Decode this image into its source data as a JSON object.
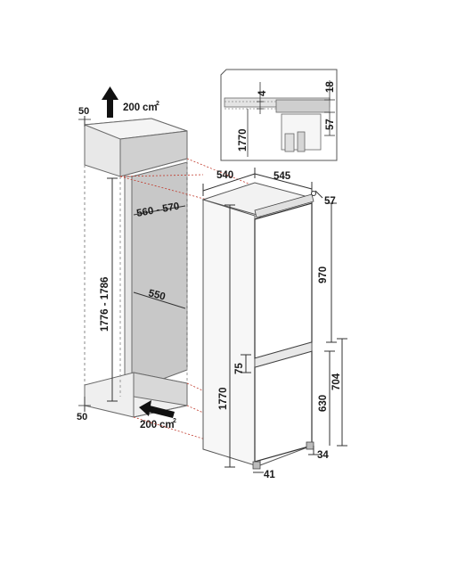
{
  "labels": {
    "top_50": "50",
    "top_vent": "200",
    "top_vent_unit": "cm",
    "sup": "2",
    "niche_height": "1776 - 1786",
    "niche_width": "560 - 570",
    "niche_depth": "550",
    "bottom_50": "50",
    "bottom_vent": "200",
    "bottom_vent_unit": "cm",
    "width_540": "540",
    "depth_545": "545",
    "gap_57_top": "57",
    "upper_970": "970",
    "dim_75": "75",
    "dim_704": "704",
    "lower_630": "630",
    "total_1770": "1770",
    "dim_34": "34",
    "dim_41": "41",
    "detail_4": "4",
    "detail_18": "18",
    "detail_1770": "1770",
    "detail_57": "57"
  }
}
